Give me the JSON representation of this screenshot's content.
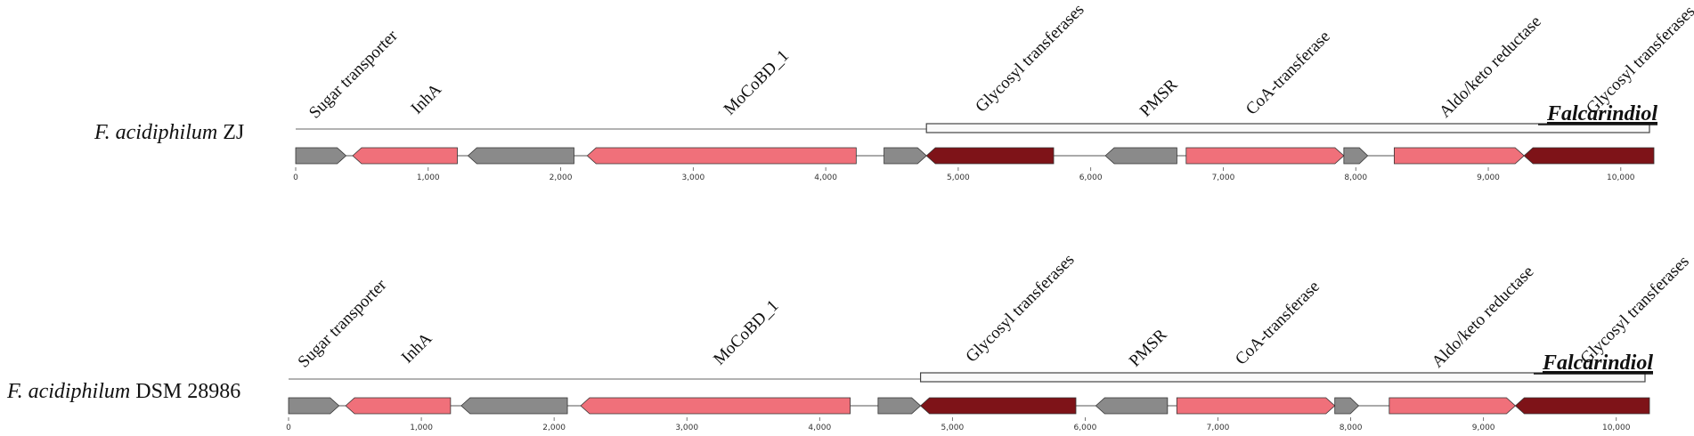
{
  "colors": {
    "other": "#8a8a8a",
    "core": "#f0707a",
    "glycosyl": "#7e1318",
    "outline": "#333333"
  },
  "tracks": [
    {
      "species": "F. acidiphilum",
      "strain": "ZJ",
      "cluster_label": "Falcarindiol",
      "axis_ticks": [
        "0",
        "1,000",
        "2,000",
        "3,000",
        "4,000",
        "5,000",
        "6,000",
        "7,000",
        "8,000",
        "9,000",
        "10,000"
      ],
      "genes": [
        {
          "start": 0,
          "end": 380,
          "strand": 1,
          "type": "other"
        },
        {
          "start": 430,
          "end": 1220,
          "strand": -1,
          "type": "core"
        },
        {
          "start": 1300,
          "end": 2100,
          "strand": -1,
          "type": "other"
        },
        {
          "start": 2200,
          "end": 4230,
          "strand": -1,
          "type": "core"
        },
        {
          "start": 4440,
          "end": 4760,
          "strand": 1,
          "type": "other"
        },
        {
          "start": 4760,
          "end": 5720,
          "strand": -1,
          "type": "glycosyl"
        },
        {
          "start": 6110,
          "end": 6650,
          "strand": -1,
          "type": "other"
        },
        {
          "start": 6720,
          "end": 7910,
          "strand": 1,
          "type": "core"
        },
        {
          "start": 7910,
          "end": 8090,
          "strand": 1,
          "type": "other"
        },
        {
          "start": 8290,
          "end": 9270,
          "strand": 1,
          "type": "core"
        },
        {
          "start": 9270,
          "end": 10250,
          "strand": -1,
          "type": "glycosyl"
        }
      ],
      "gene_labels": [
        {
          "text": "Sugar transporter",
          "pos": 150
        },
        {
          "text": "InhA",
          "pos": 920
        },
        {
          "text": "MoCoBD_1",
          "pos": 3280
        },
        {
          "text": "Glycosyl transferases",
          "pos": 5180
        },
        {
          "text": "PMSR",
          "pos": 6420
        },
        {
          "text": "CoA-transferase",
          "pos": 7220
        },
        {
          "text": "Aldo/keto reductase",
          "pos": 8680
        },
        {
          "text": "Glycosyl transferases",
          "pos": 9790
        }
      ],
      "cluster_range": [
        4760,
        10250
      ]
    },
    {
      "species": "F. acidiphilum",
      "strain": "DSM 28986",
      "cluster_label": "Falcarindiol",
      "axis_ticks": [
        "0",
        "1,000",
        "2,000",
        "3,000",
        "4,000",
        "5,000",
        "6,000",
        "7,000",
        "8,000",
        "9,000",
        "10,000"
      ],
      "genes": [
        {
          "start": 0,
          "end": 380,
          "strand": 1,
          "type": "other"
        },
        {
          "start": 430,
          "end": 1220,
          "strand": -1,
          "type": "core"
        },
        {
          "start": 1300,
          "end": 2100,
          "strand": -1,
          "type": "other"
        },
        {
          "start": 2200,
          "end": 4230,
          "strand": -1,
          "type": "core"
        },
        {
          "start": 4440,
          "end": 4760,
          "strand": 1,
          "type": "other"
        },
        {
          "start": 4760,
          "end": 5930,
          "strand": -1,
          "type": "glycosyl"
        },
        {
          "start": 6080,
          "end": 6620,
          "strand": -1,
          "type": "other"
        },
        {
          "start": 6690,
          "end": 7880,
          "strand": 1,
          "type": "core"
        },
        {
          "start": 7880,
          "end": 8060,
          "strand": 1,
          "type": "other"
        },
        {
          "start": 8290,
          "end": 9240,
          "strand": 1,
          "type": "core"
        },
        {
          "start": 9240,
          "end": 10250,
          "strand": -1,
          "type": "glycosyl"
        }
      ],
      "gene_labels": [
        {
          "text": "Sugar transporter",
          "pos": 120
        },
        {
          "text": "InhA",
          "pos": 900
        },
        {
          "text": "MoCoBD_1",
          "pos": 3250
        },
        {
          "text": "Glycosyl transferases",
          "pos": 5150
        },
        {
          "text": "PMSR",
          "pos": 6380
        },
        {
          "text": "CoA-transferase",
          "pos": 7180
        },
        {
          "text": "Aldo/keto reductase",
          "pos": 8660
        },
        {
          "text": "Glycosyl transferases",
          "pos": 9780
        }
      ],
      "cluster_range": [
        4760,
        10250
      ]
    }
  ]
}
